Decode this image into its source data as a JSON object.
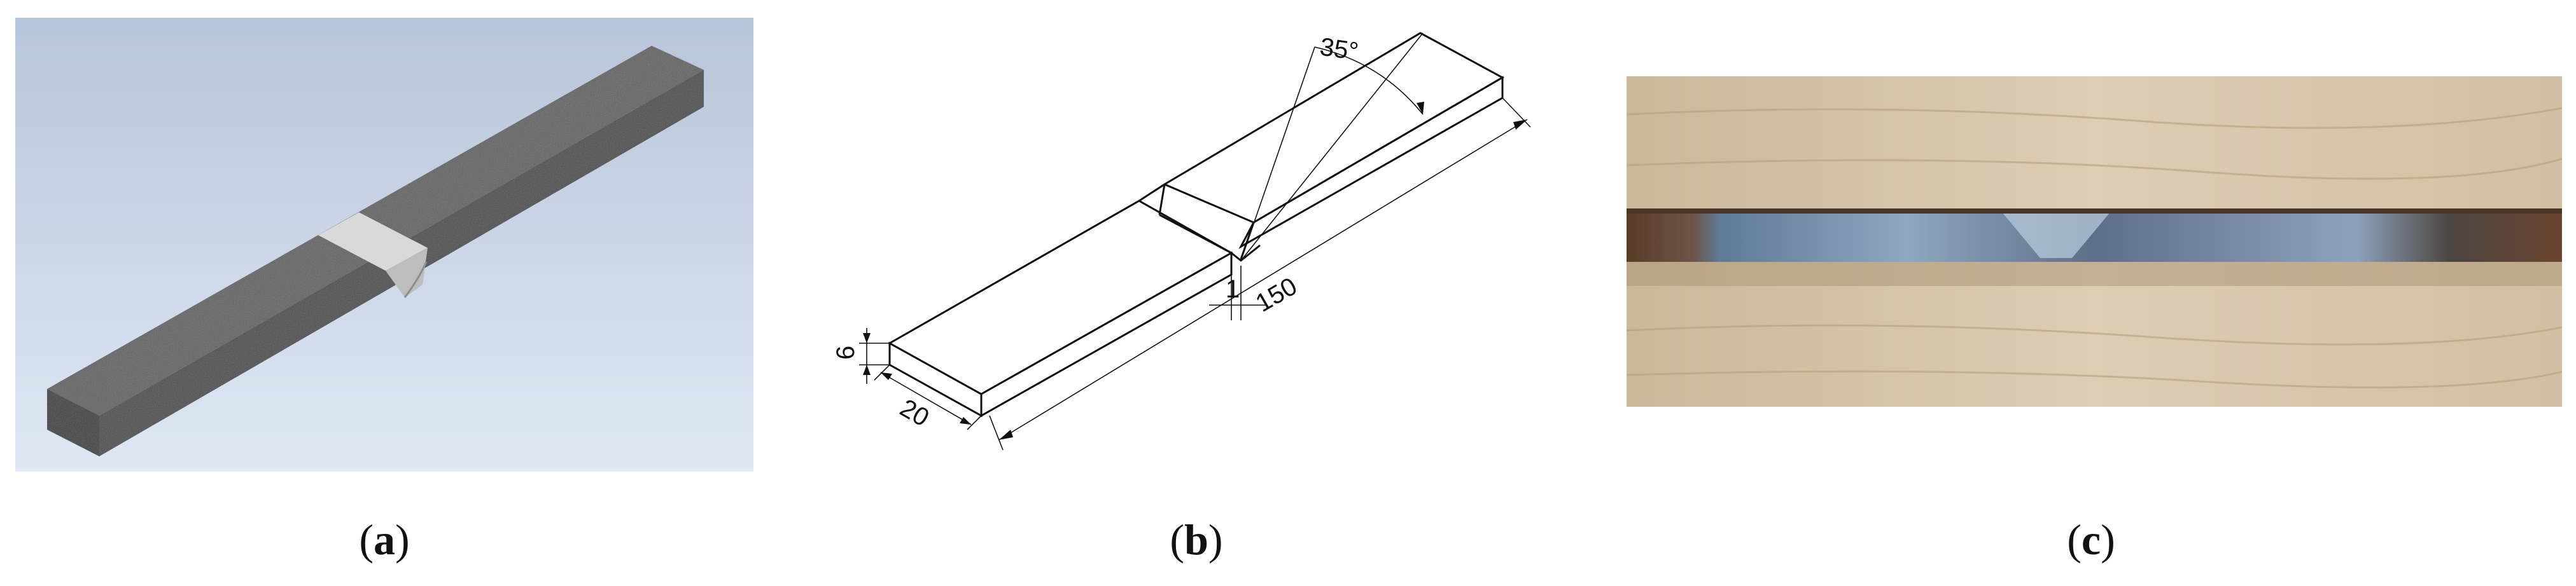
{
  "panels": [
    {
      "id": "a",
      "label": "a",
      "description_kind": "3d-render"
    },
    {
      "id": "b",
      "label": "b",
      "description_kind": "technical-drawing"
    },
    {
      "id": "c",
      "label": "c",
      "description_kind": "photo"
    }
  ],
  "drawing": {
    "dimensions": {
      "height": "6",
      "width": "20",
      "gap": "1",
      "length": "150",
      "bevel_angle": "35°"
    }
  },
  "colors": {
    "render_background_top": "#b9c7db",
    "render_background_bottom": "#dde6f2",
    "steel_gray": "#5a5a5c",
    "weld_band": "#d2d2d2",
    "wood": "#d8c7ad",
    "bar_rust": "#6b4a34",
    "bar_steel": "#6f8aa8"
  }
}
